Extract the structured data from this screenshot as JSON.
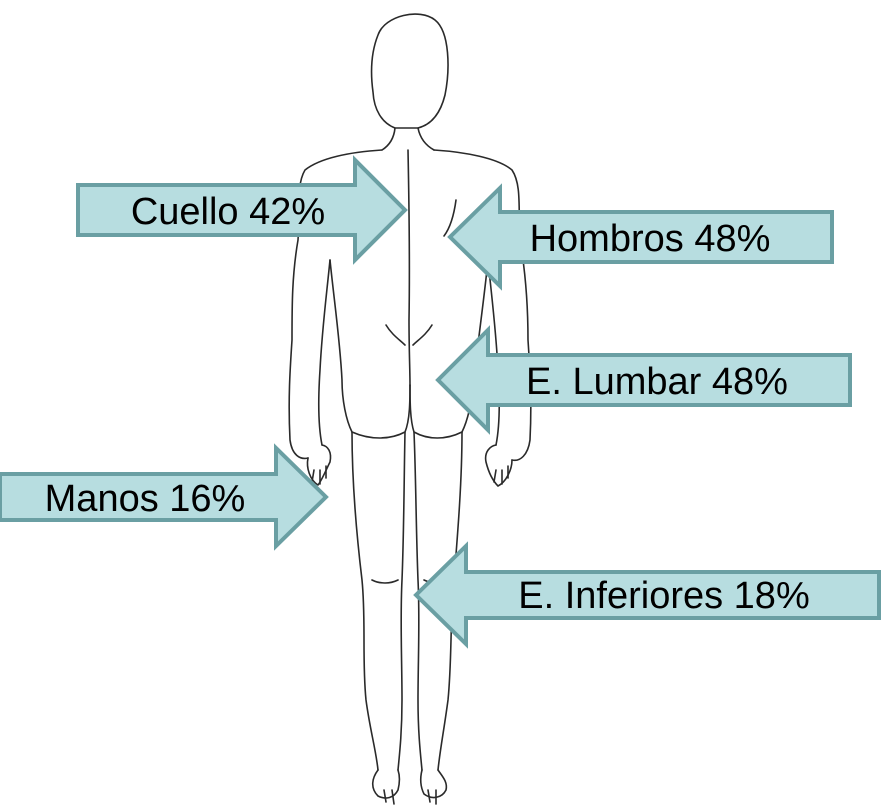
{
  "colors": {
    "arrow_fill": "#b7dde0",
    "arrow_stroke": "#6a9fa3",
    "figure_stroke": "#2a2a2a",
    "background": "#ffffff"
  },
  "figure": {
    "icon": "human-body-back-view-icon"
  },
  "arrows": [
    {
      "id": "cuello",
      "label": "Cuello 42%",
      "direction": "right"
    },
    {
      "id": "hombros",
      "label": "Hombros 48%",
      "direction": "left"
    },
    {
      "id": "lumbar",
      "label": "E. Lumbar 48%",
      "direction": "left"
    },
    {
      "id": "manos",
      "label": "Manos 16%",
      "direction": "right"
    },
    {
      "id": "inferiores",
      "label": "E. Inferiores 18%",
      "direction": "left"
    }
  ]
}
